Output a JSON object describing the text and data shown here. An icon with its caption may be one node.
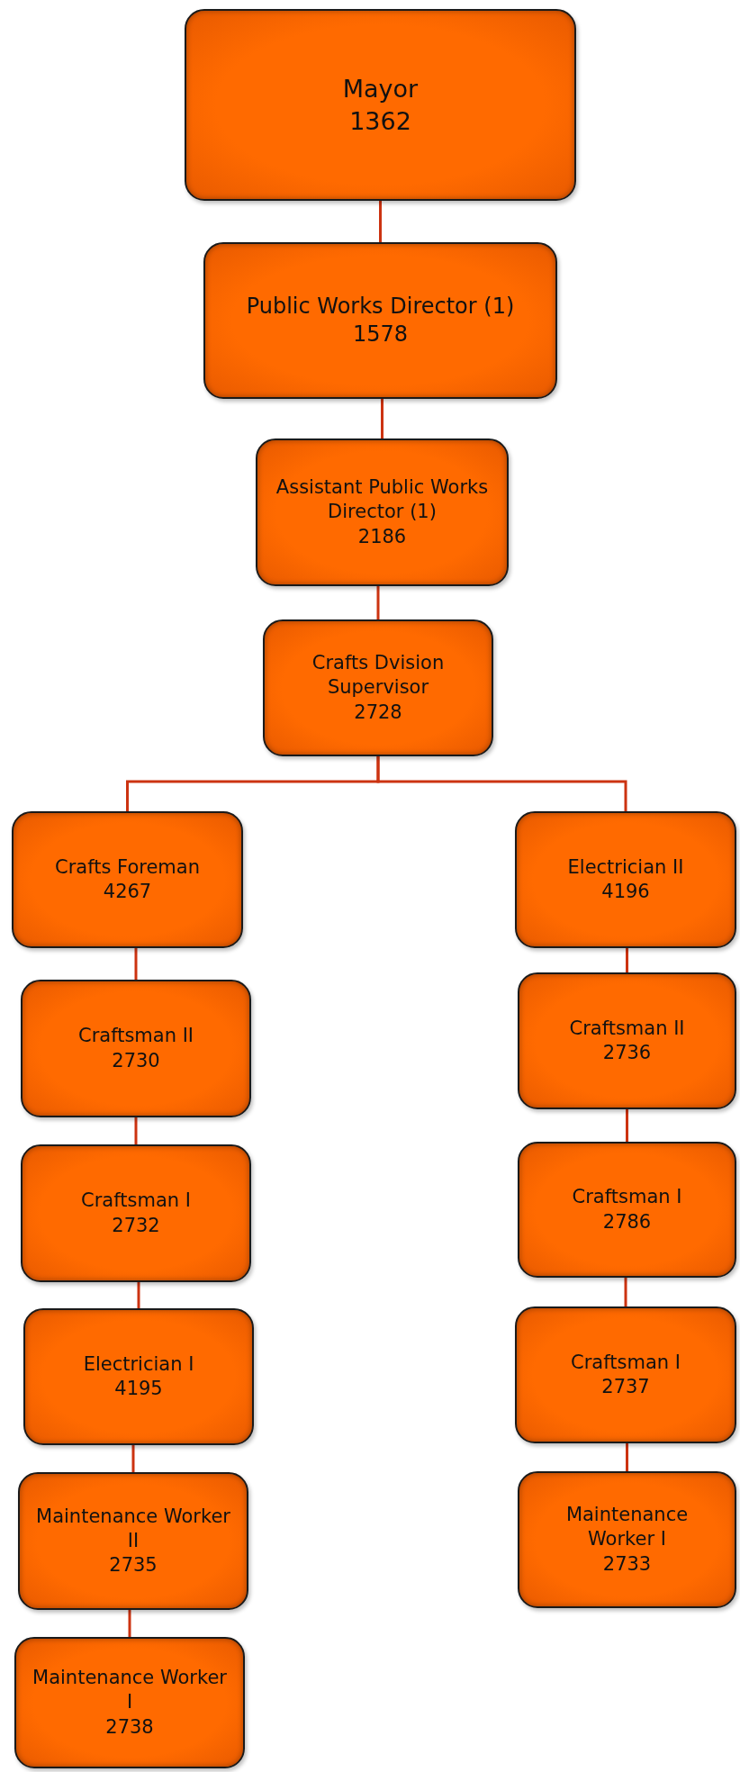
{
  "diagram": {
    "nodes": [
      {
        "text": [
          "Mayor",
          "1362"
        ]
      },
      {
        "text": [
          "Public Works Director (1)",
          "1578"
        ]
      },
      {
        "text": [
          "Assistant Public Works Director (1)",
          "2186"
        ]
      },
      {
        "text": [
          "Crafts Dvision Supervisor",
          "2728"
        ]
      },
      {
        "text": [
          "Crafts Foreman",
          "4267"
        ]
      },
      {
        "text": [
          "Craftsman II",
          "2730"
        ]
      },
      {
        "text": [
          "Craftsman I",
          "2732"
        ]
      },
      {
        "text": [
          "Electrician I",
          "4195"
        ]
      },
      {
        "text": [
          "Maintenance Worker II",
          "2735"
        ]
      },
      {
        "text": [
          "Maintenance Worker I",
          "2738"
        ]
      },
      {
        "text": [
          "Electrician II",
          "4196"
        ]
      },
      {
        "text": [
          "Craftsman II",
          "2736"
        ]
      },
      {
        "text": [
          "Craftsman I",
          "2786"
        ]
      },
      {
        "text": [
          "Craftsman I",
          "2737"
        ]
      },
      {
        "text": [
          "Maintenance Worker I",
          "2733"
        ]
      }
    ],
    "edges": [
      {
        "from": 0,
        "to": 1,
        "arrow": "none"
      },
      {
        "from": 1,
        "to": 2,
        "arrow": "none"
      },
      {
        "from": 2,
        "to": 3,
        "arrow": "none"
      },
      {
        "from": 3,
        "to": 4,
        "arrow": "none"
      },
      {
        "from": 3,
        "to": 10,
        "arrow": "none"
      },
      {
        "from": 4,
        "to": 5,
        "arrow": "none"
      },
      {
        "from": 5,
        "to": 6,
        "arrow": "none"
      },
      {
        "from": 6,
        "to": 7,
        "arrow": "none"
      },
      {
        "from": 7,
        "to": 8,
        "arrow": "none"
      },
      {
        "from": 8,
        "to": 9,
        "arrow": "none"
      },
      {
        "from": 10,
        "to": 11,
        "arrow": "none"
      },
      {
        "from": 11,
        "to": 12,
        "arrow": "none"
      },
      {
        "from": 12,
        "to": 13,
        "arrow": "none"
      },
      {
        "from": 13,
        "to": 14,
        "arrow": "none"
      }
    ]
  }
}
